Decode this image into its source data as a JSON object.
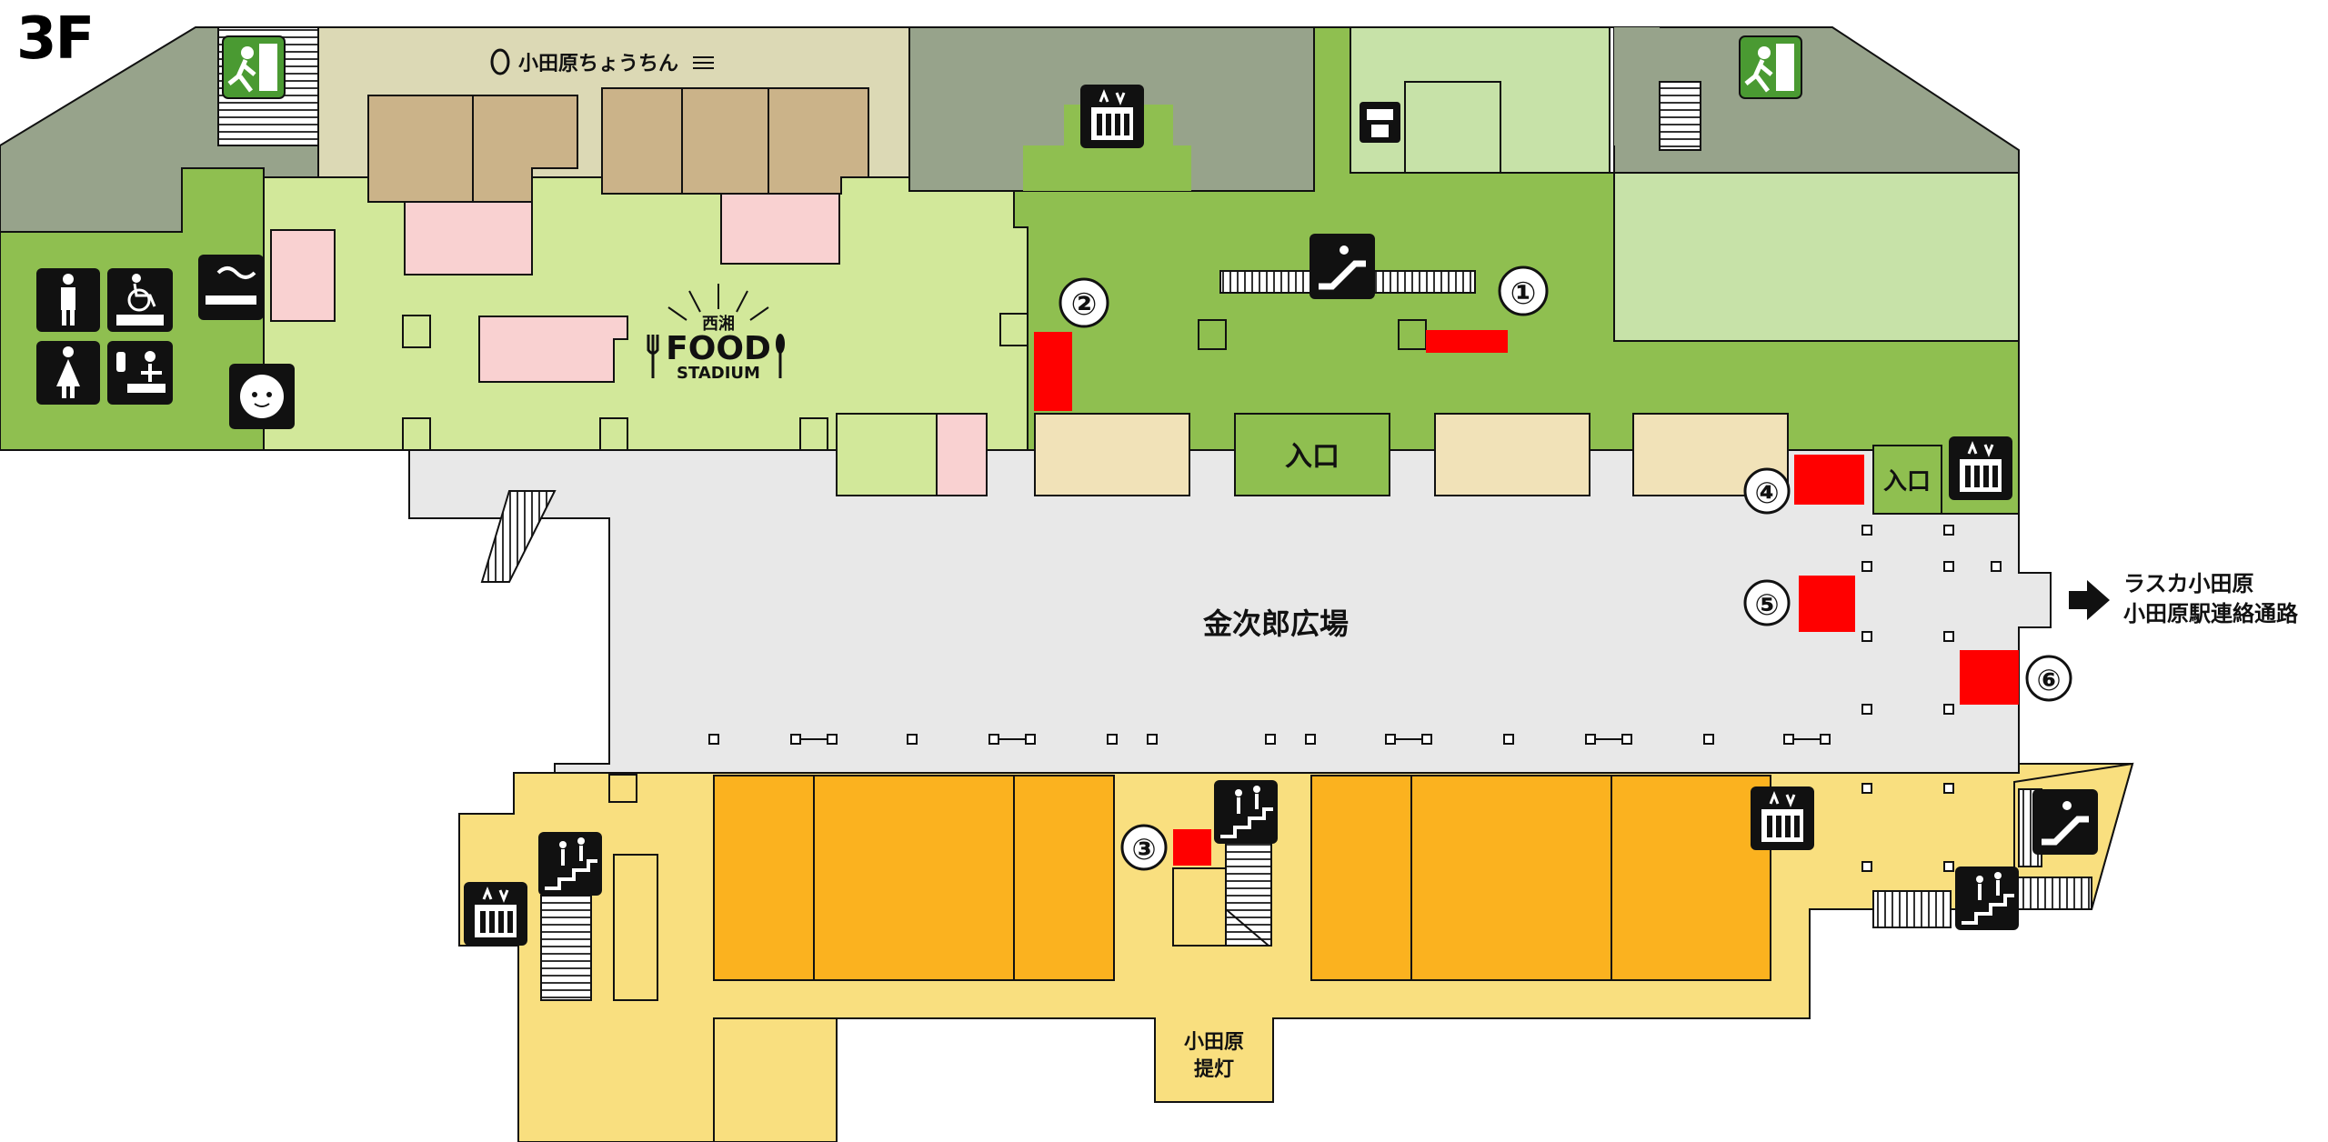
{
  "floor": "3F",
  "labels": {
    "plaza": "金次郎広場",
    "entrance": "入口",
    "entrance_small": "入口",
    "lantern_line1": "小田原",
    "lantern_line2": "提灯",
    "lantern_shop": "小田原ちょうちん",
    "food_top": "西湘",
    "food_main": "FOOD",
    "food_sub": "STADIUM",
    "link_line1": "ラスカ小田原",
    "link_line2": "小田原駅連絡通路"
  },
  "markers": [
    "①",
    "②",
    "③",
    "④",
    "⑤",
    "⑥"
  ],
  "colors": {
    "outer_corridor": "#e8e8e8",
    "food_court": "#d2e89a",
    "shop_green": "#8fbf50",
    "light_green": "#c7e2a8",
    "service_gray": "#97a38b",
    "lantern_tan": "#dcd9b5",
    "shop_brown": "#cbb389",
    "pink": "#f9d1d1",
    "beige": "#f1e2b8",
    "yellow_zone": "#f9df7f",
    "orange_shop": "#fbb21f",
    "marker_red": "#ff0000"
  },
  "icons": [
    "emergency-exit-icon",
    "elevator-icon",
    "escalator-icon",
    "stairs-icon",
    "restroom-men-icon",
    "restroom-women-icon",
    "accessible-restroom-icon",
    "baby-care-icon",
    "smoking-area-icon",
    "baby-room-icon",
    "atm-icon",
    "arrow-right-icon"
  ]
}
